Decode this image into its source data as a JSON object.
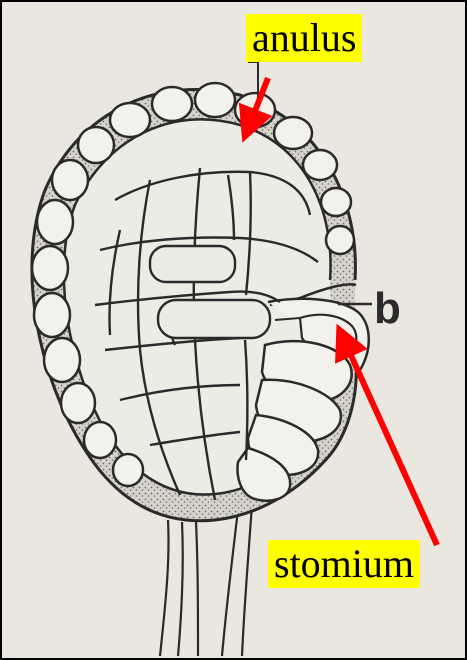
{
  "labels": {
    "anulus": "anulus",
    "stomium": "stomium",
    "letter_b": "b"
  },
  "colors": {
    "label_background": "#ffff00",
    "arrow": "#ff0000",
    "paper": "#e9e7df",
    "ink": "#2a2a2a",
    "stipple": "#8a8a84"
  }
}
